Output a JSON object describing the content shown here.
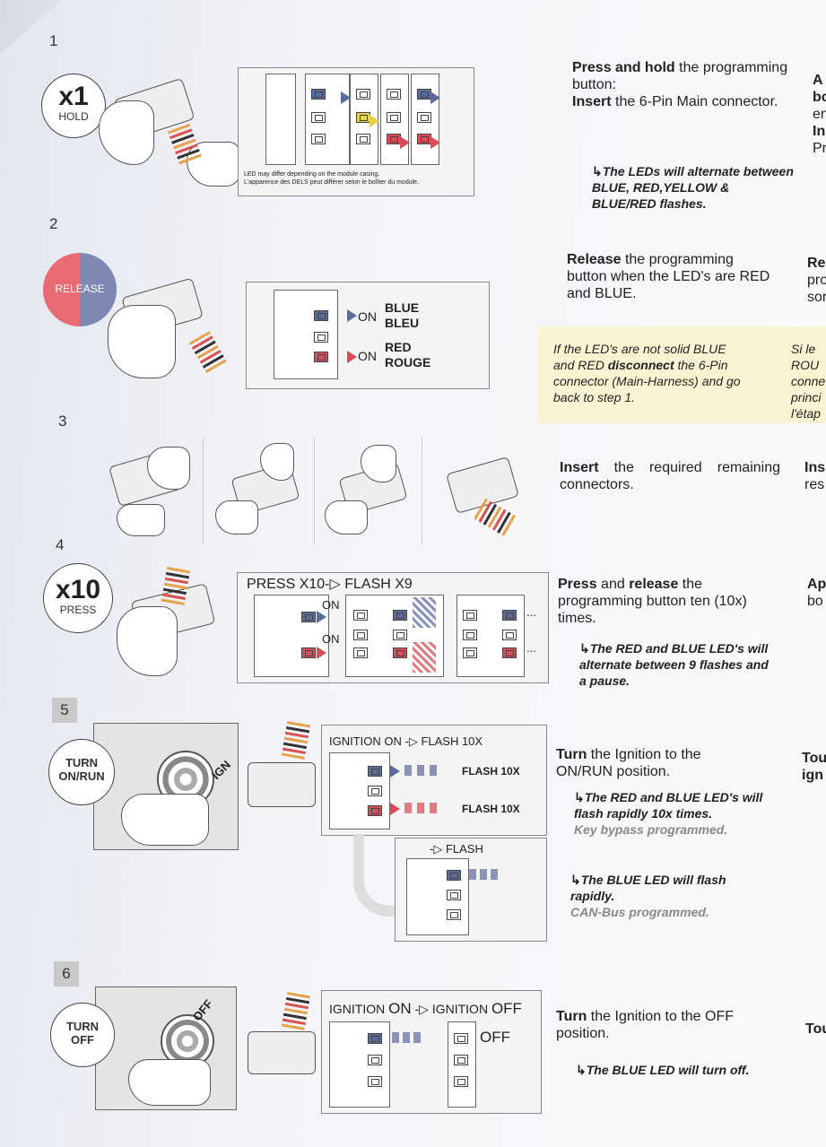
{
  "steps": [
    {
      "num": "1",
      "badge_big": "x1",
      "badge_small": "HOLD",
      "text_bold1": "Press and hold",
      "text1": " the programming button:",
      "text_bold2": "Insert",
      "text2": " the 6-Pin Main connector.",
      "note_arrow": "↳",
      "note": "The LEDs will alternate between BLUE, RED,YELLOW & BLUE/RED flashes.",
      "led_caption_en": "LED may differ depending on the module casing.",
      "led_caption_fr": "L'apparence des DELS peut différer selon le boîtier du module.",
      "cut_col": [
        "A",
        "bo",
        "en",
        "In",
        "Pr"
      ]
    },
    {
      "num": "2",
      "badge_small": "RELEASE",
      "text_bold1": "Release",
      "text1": " the programming button when the LED's are RED and BLUE.",
      "labels": {
        "on": "ON",
        "blue": "BLUE",
        "bleu": "BLEU",
        "red": "RED",
        "rouge": "ROUGE"
      },
      "note_prefix": "If the LED's are not solid BLUE and RED ",
      "note_bold": "disconnect",
      "note_suffix": " the 6-Pin connector (Main-Harness) and go back to step 1.",
      "cut_col": [
        "Re",
        "pro",
        "sor"
      ],
      "cut_note": [
        "Si le",
        "ROU",
        "conne",
        "princi",
        "l'étap"
      ]
    },
    {
      "num": "3",
      "text_bold1": "Insert",
      "text1": " the required remaining connectors.",
      "cut_col": [
        "Ins",
        "res"
      ]
    },
    {
      "num": "4",
      "badge_big": "x10",
      "badge_small": "PRESS",
      "panel_title": "PRESS X10-▷ FLASH X9",
      "on1": "ON",
      "on2": "ON",
      "ellipsis": "...",
      "text_bold1": "Press",
      "text1": " and ",
      "text_bold2": "release",
      "text2": " the programming button ten (10x) times.",
      "note_arrow": "↳",
      "note": "The RED and BLUE LED's will alternate between 9 flashes and a pause.",
      "cut_col": [
        "Ap",
        "bo"
      ]
    },
    {
      "num": "5",
      "badge_big": "TURN",
      "badge_small": "ON/RUN",
      "ign": "IGN",
      "panel_title": "IGNITION ON  -▷ FLASH 10X",
      "flash1": "FLASH 10X",
      "flash2": "FLASH 10X",
      "panel2_title": "-▷ FLASH",
      "text_bold1": "Turn",
      "text1": " the Ignition to the ON/RUN position.",
      "note1_arrow": "↳",
      "note1": "The RED and BLUE LED's will flash rapidly 10x times.",
      "note1_gray": "Key bypass programmed.",
      "note2_arrow": "↳",
      "note2": "The BLUE LED will flash rapidly.",
      "note2_gray": "CAN-Bus programmed.",
      "cut_col": [
        "Tou",
        "ign"
      ]
    },
    {
      "num": "6",
      "badge_big": "TURN",
      "badge_small": "OFF",
      "off_dial": "OFF",
      "panel_title_a": "IGNITION",
      "panel_title_b": "ON",
      "panel_title_c": "-▷ IGNITION",
      "panel_title_d": "OFF",
      "off_label": "OFF",
      "text_bold1": "Turn",
      "text1": " the Ignition to the OFF position.",
      "note_arrow": "↳",
      "note": "The BLUE LED will turn off.",
      "cut_col": [
        "Tou"
      ]
    }
  ],
  "colors": {
    "blue_led": "#5a6c9a",
    "red_led": "#d94c58",
    "yellow_led": "#e6d24a",
    "note_highlight": "#fbf4d2"
  }
}
